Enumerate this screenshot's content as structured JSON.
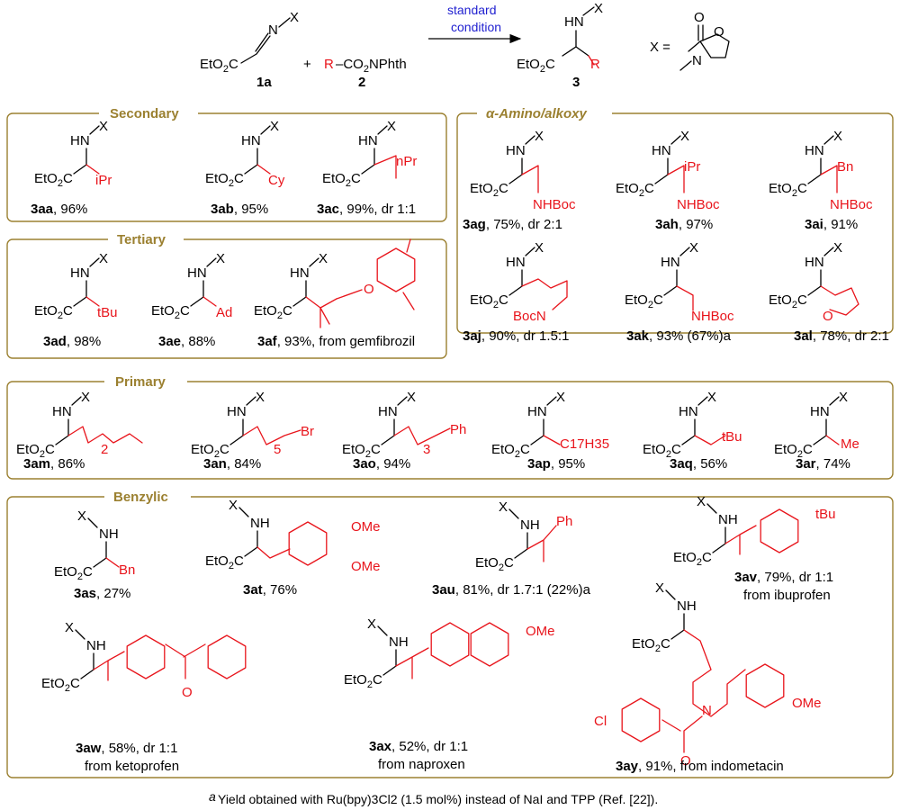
{
  "colors": {
    "accent_red": "#e8141b",
    "frame_gold": "#9b8030",
    "condition_blue": "#1f1fd0"
  },
  "scheme": {
    "arrow_label_1": "standard",
    "arrow_label_2": "condition",
    "reagent1": "EtO2C",
    "reagent1_id": "1a",
    "reagent2_r": "R",
    "reagent2_rest": "–CO2NPhth",
    "reagent2_id": "2",
    "product_id": "3",
    "x_def": "X ="
  },
  "sections": {
    "secondary": "Secondary",
    "tertiary": "Tertiary",
    "amino": "α-Amino/alkoxy",
    "primary": "Primary",
    "benzylic": "Benzylic"
  },
  "compounds": [
    {
      "id": "3aa",
      "note": ", 96%",
      "groups": [
        "iPr"
      ]
    },
    {
      "id": "3ab",
      "note": ", 95%",
      "groups": [
        "Cy"
      ]
    },
    {
      "id": "3ac",
      "note": ", 99%, dr 1:1",
      "groups": [
        "nPr"
      ]
    },
    {
      "id": "3ad",
      "note": ", 98%",
      "groups": [
        "tBu"
      ]
    },
    {
      "id": "3ae",
      "note": ", 88%",
      "groups": [
        "Ad"
      ]
    },
    {
      "id": "3af",
      "note": ", 93%, from gemfibrozil",
      "groups": [
        "O"
      ]
    },
    {
      "id": "3ag",
      "note": ", 75%, dr 2:1",
      "groups": [
        "NHBoc"
      ]
    },
    {
      "id": "3ah",
      "note": ", 97%",
      "groups": [
        "iPr",
        "NHBoc"
      ]
    },
    {
      "id": "3ai",
      "note": ", 91%",
      "groups": [
        "Bn",
        "NHBoc"
      ]
    },
    {
      "id": "3aj",
      "note": ", 90%, dr 1.5:1",
      "groups": [
        "BocN"
      ]
    },
    {
      "id": "3ak",
      "note": ", 93% (67%)a",
      "groups": [
        "NHBoc"
      ]
    },
    {
      "id": "3al",
      "note": ", 78%, dr 2:1",
      "groups": [
        "O"
      ]
    },
    {
      "id": "3am",
      "note": ", 86%",
      "groups": [
        "2"
      ]
    },
    {
      "id": "3an",
      "note": ", 84%",
      "groups": [
        "5",
        "Br"
      ]
    },
    {
      "id": "3ao",
      "note": ", 94%",
      "groups": [
        "3",
        "Ph"
      ]
    },
    {
      "id": "3ap",
      "note": ", 95%",
      "groups": [
        "C17H35"
      ]
    },
    {
      "id": "3aq",
      "note": ", 56%",
      "groups": [
        "tBu"
      ]
    },
    {
      "id": "3ar",
      "note": ", 74%",
      "groups": [
        "Me"
      ]
    },
    {
      "id": "3as",
      "note": ", 27%",
      "groups": [
        "Bn"
      ]
    },
    {
      "id": "3at",
      "note": ", 76%",
      "groups": [
        "OMe",
        "OMe"
      ]
    },
    {
      "id": "3au",
      "note": ", 81%, dr 1.7:1 (22%)a",
      "groups": [
        "Ph"
      ]
    },
    {
      "id": "3av",
      "note": ", 79%, dr 1:1",
      "source": "from ibuprofen",
      "groups": [
        "tBu"
      ]
    },
    {
      "id": "3aw",
      "note": ", 58%, dr 1:1",
      "source": "from ketoprofen",
      "groups": [
        "O"
      ]
    },
    {
      "id": "3ax",
      "note": ", 52%, dr 1:1",
      "source": "from naproxen",
      "groups": [
        "OMe"
      ]
    },
    {
      "id": "3ay",
      "note": ", 91%, from indometacin",
      "groups": [
        "Cl",
        "N",
        "O",
        "OMe"
      ]
    }
  ],
  "labels": {
    "X": "X",
    "HN": "HN",
    "NH": "NH",
    "ester": "EtO2C",
    "O": "O",
    "N": "N",
    "a": "a"
  },
  "footnote": "Yield obtained with Ru(bpy)3Cl2 (1.5 mol%) instead of NaI and TPP (Ref. [22])."
}
